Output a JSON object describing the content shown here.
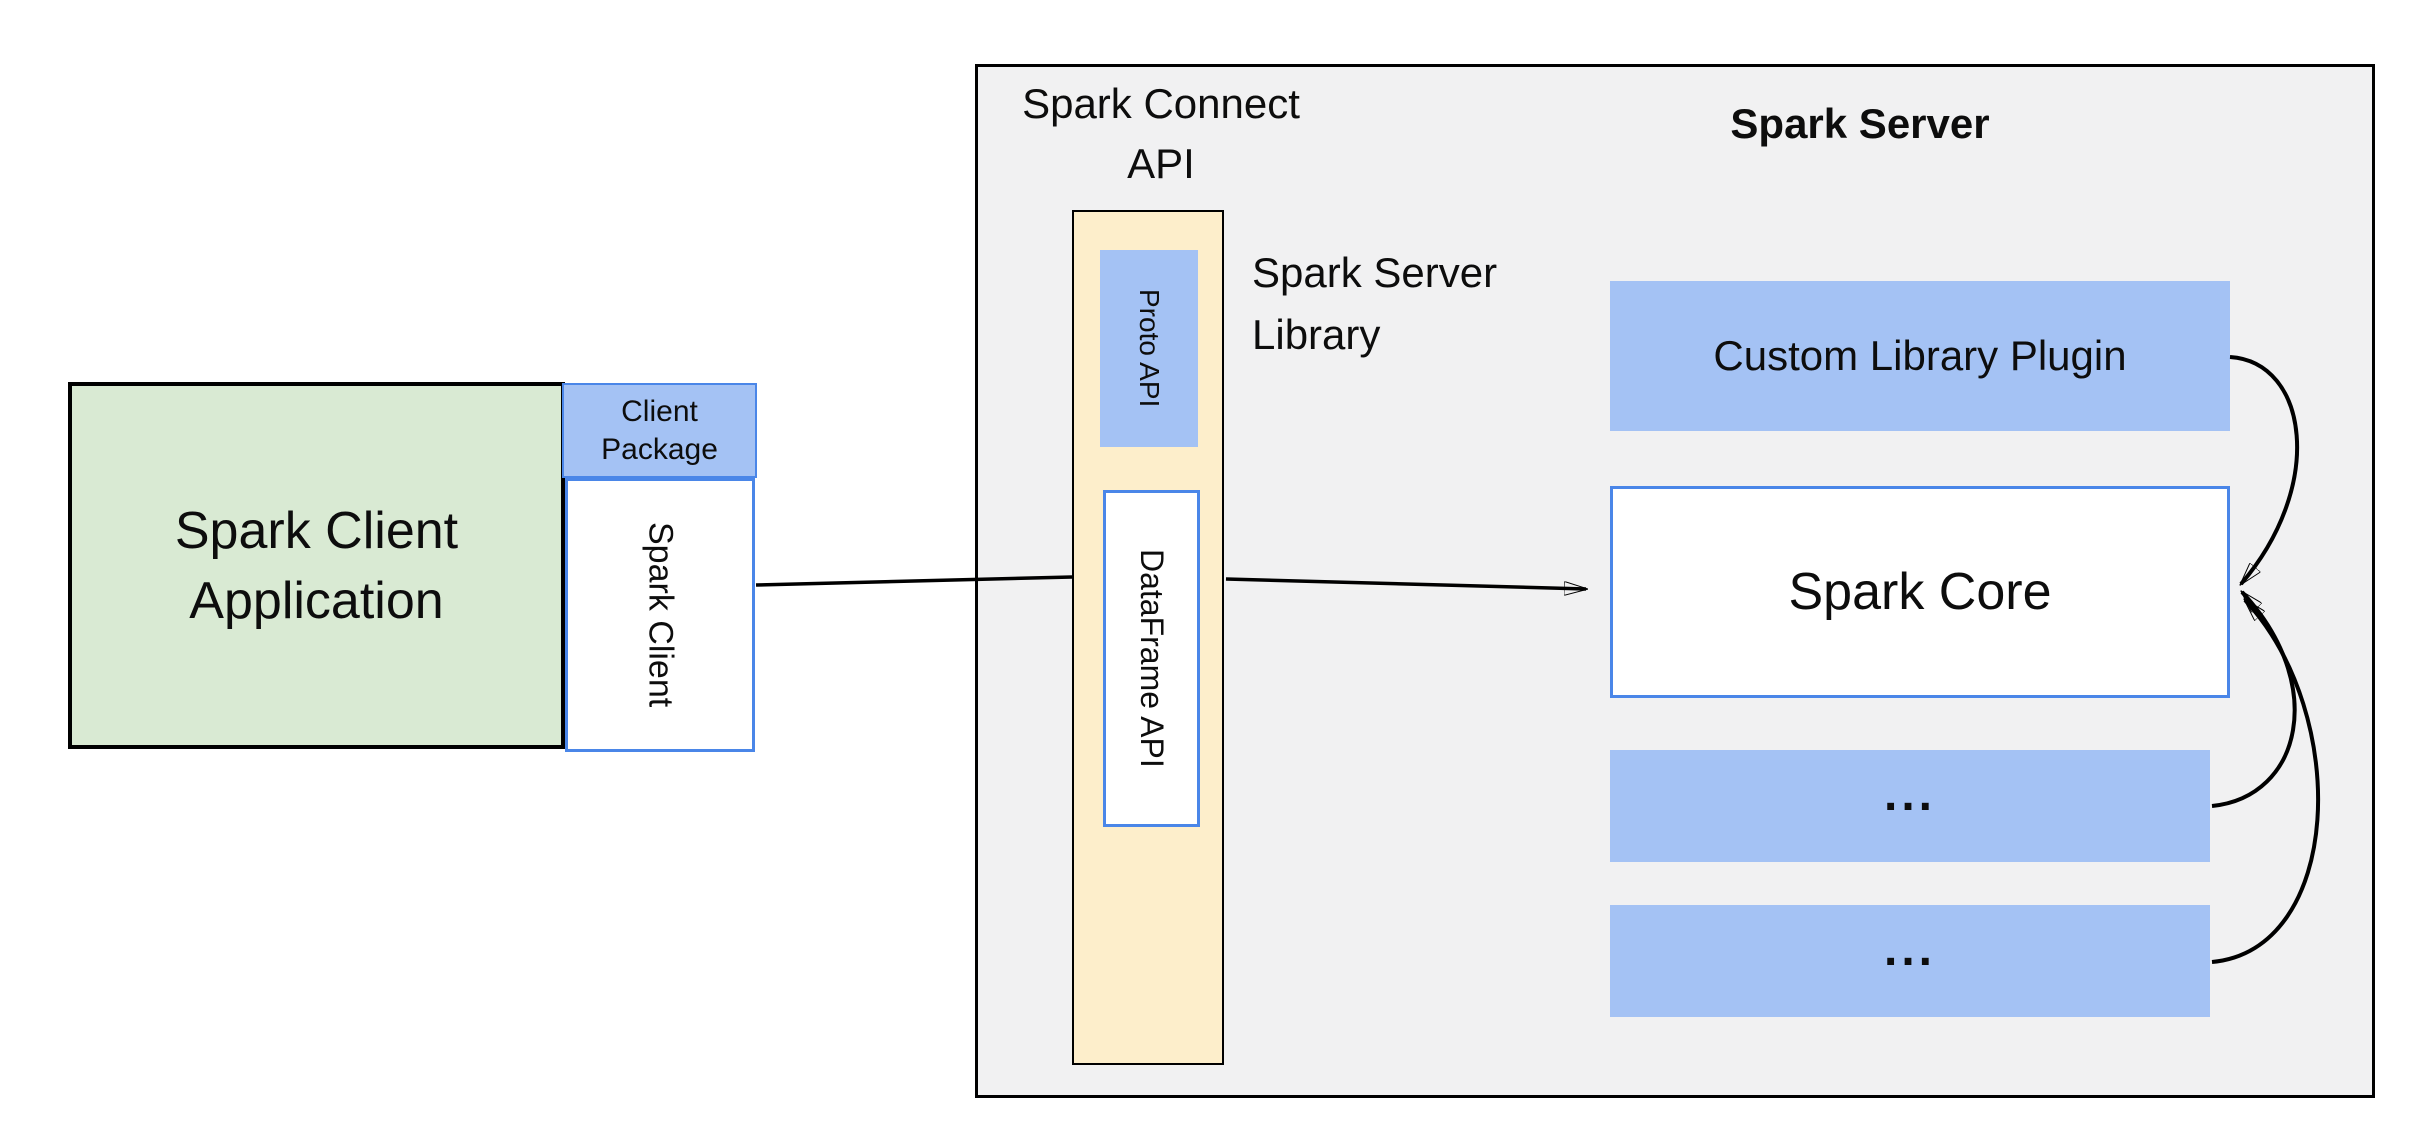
{
  "colors": {
    "page_bg": "#ffffff",
    "panel_bg": "#f1f1f2",
    "blue_fill": "#a4c2f4",
    "blue_border": "#4a86e8",
    "green_fill": "#d9ead3",
    "cream_fill": "#fdeecb",
    "line_color": "#000000",
    "text_color": "#0d0d0d"
  },
  "client": {
    "application_label": "Spark Client\nApplication",
    "package_label": "Client\nPackage",
    "spark_client_label": "Spark Client"
  },
  "connect_api": {
    "title": "Spark Connect\nAPI",
    "proto_api_label": "Proto API",
    "dataframe_api_label": "DataFrame API",
    "server_library_label": "Spark Server\nLibrary"
  },
  "server": {
    "title": "Spark Server",
    "custom_library_plugin_label": "Custom Library Plugin",
    "spark_core_label": "Spark Core",
    "ellipsis_box_1_label": "...",
    "ellipsis_box_2_label": "..."
  }
}
